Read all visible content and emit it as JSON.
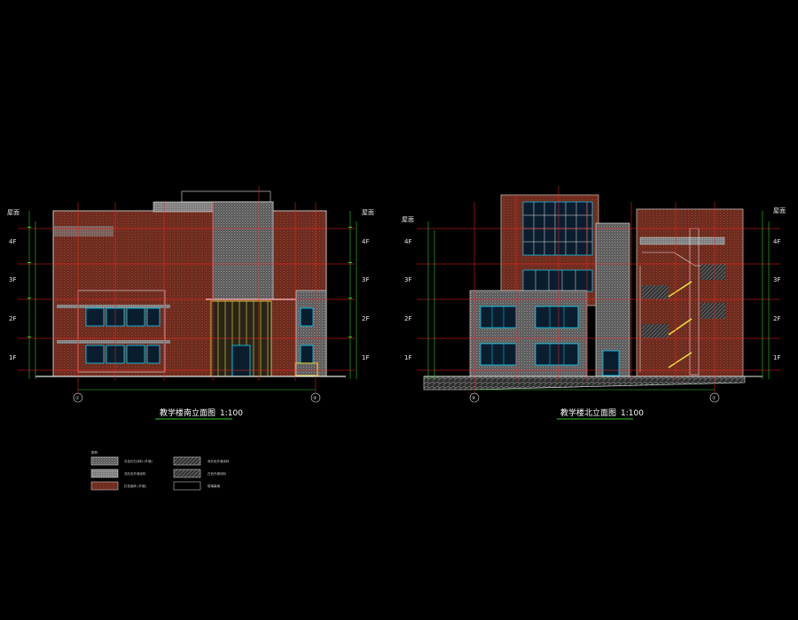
{
  "drawing": {
    "left_elevation": {
      "title": "教学楼南立面图",
      "scale": "1:100",
      "floors": [
        "1F",
        "2F",
        "3F",
        "4F"
      ],
      "roof_label": "屋面",
      "grid_left": "①",
      "grid_right": "⑨"
    },
    "right_elevation": {
      "title": "教学楼北立面图",
      "scale": "1:100",
      "floors": [
        "1F",
        "2F",
        "3F",
        "4F"
      ],
      "roof_label": "屋面",
      "grid_left": "⑨",
      "grid_right": "①"
    },
    "legend": {
      "title": "图例",
      "items": [
        {
          "swatch": "stone-gray",
          "text": "灰色仿石涂料 (外墙)"
        },
        {
          "swatch": "light-gray",
          "text": "浅灰色外墙涂料"
        },
        {
          "swatch": "brick-red",
          "text": "红色面砖 (外墙)"
        },
        {
          "swatch": "hatch-dense",
          "text": "深灰色外墙涂料"
        },
        {
          "swatch": "hatch-diag",
          "text": "白色外墙涂料"
        },
        {
          "swatch": "blank",
          "text": "玻璃幕墙"
        }
      ]
    }
  },
  "colors": {
    "background": "#000000",
    "brick": "#6b2a1c",
    "grid_red": "#ff2020",
    "dim_green": "#32c832",
    "window_cyan": "#00d8ff",
    "curtain_yellow": "#f0e040",
    "outline_white": "#e6e6e6"
  }
}
